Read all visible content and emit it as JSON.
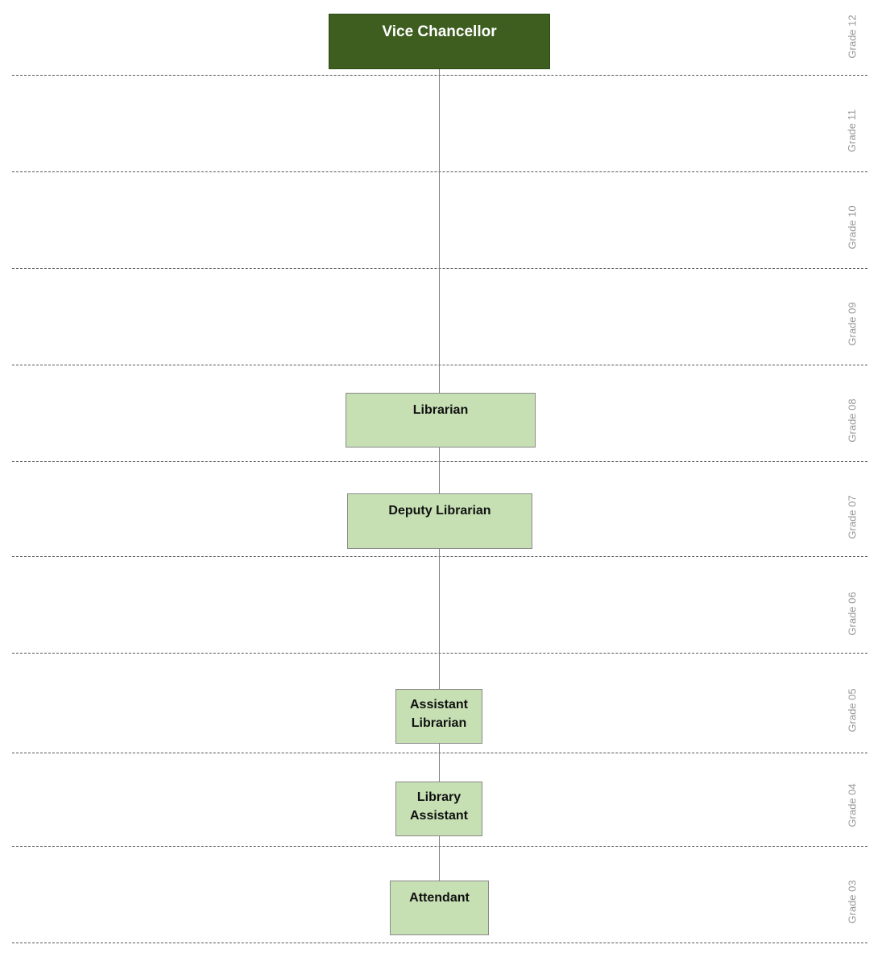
{
  "grades": [
    "Grade 12",
    "Grade 11",
    "Grade 10",
    "Grade 09",
    "Grade 08",
    "Grade 07",
    "Grade 06",
    "Grade 05",
    "Grade 04",
    "Grade 03"
  ],
  "roles": {
    "vice_chancellor": "Vice Chancellor",
    "librarian": "Librarian",
    "deputy_librarian": "Deputy Librarian",
    "assistant_librarian_1": "Assistant",
    "assistant_librarian_2": "Librarian",
    "library_assistant_1": "Library",
    "library_assistant_2": "Assistant",
    "attendant": "Attendant"
  },
  "colors": {
    "top_box": "#3d5e1f",
    "role_box": "#c6e0b4",
    "grade_label": "#9a9a9a"
  }
}
